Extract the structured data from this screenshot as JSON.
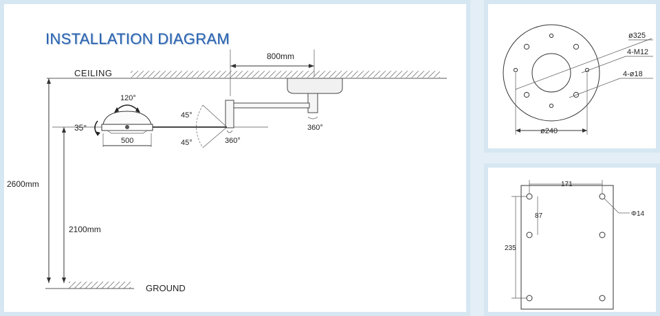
{
  "main": {
    "title": "INSTALLATION DIAGRAM",
    "ceiling_label": "CEILING",
    "ground_label": "GROUND",
    "arm_length": "800mm",
    "total_height": "2600mm",
    "lamp_height": "2100mm",
    "rotation_top": "120°",
    "tilt_left": "35°",
    "lamp_width": "500",
    "angle_up": "45°",
    "angle_down": "45°",
    "rotate_joint": "360°",
    "rotate_mount": "360°"
  },
  "flange": {
    "outer_diameter": "ø325",
    "bolts": "4-M12",
    "holes": "4-ø18",
    "bolt_circle": "ø240"
  },
  "plate": {
    "width": "171",
    "hole_spacing": "87",
    "height": "235",
    "hole_diameter": "Φ14"
  }
}
